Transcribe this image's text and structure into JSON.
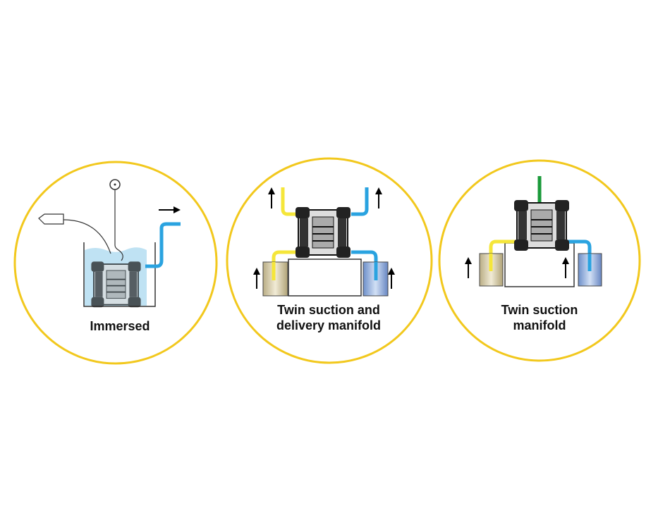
{
  "panels": [
    {
      "label_lines": [
        "Immersed"
      ]
    },
    {
      "label_lines": [
        "Twin suction and",
        "delivery manifold"
      ]
    },
    {
      "label_lines": [
        "Twin suction",
        "manifold"
      ]
    }
  ],
  "colors": {
    "ring": "#f2c81d",
    "suction_yellow": "#f5e63a",
    "delivery_blue": "#2aa3e0",
    "air_green": "#1a9a3a",
    "water": "#bfe2f3",
    "pump_dark": "#1f2a33"
  }
}
